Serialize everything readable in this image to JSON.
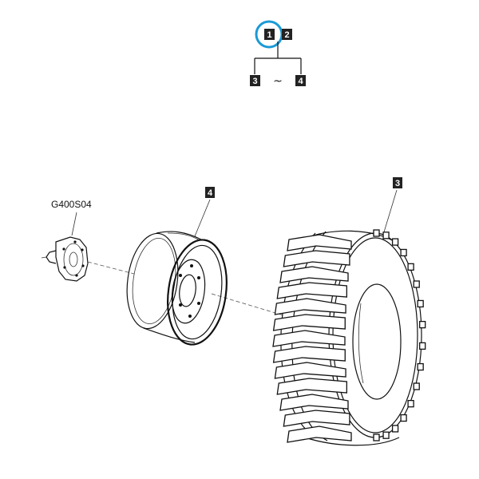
{
  "legend": {
    "top_left": "1",
    "top_right": "2",
    "bottom_left": "3",
    "separator": "~",
    "bottom_right": "4",
    "highlight_color": "#1a9ad6"
  },
  "parts": {
    "hub_code": "G400S04",
    "rim_callout": "4",
    "tire_callout": "3"
  }
}
